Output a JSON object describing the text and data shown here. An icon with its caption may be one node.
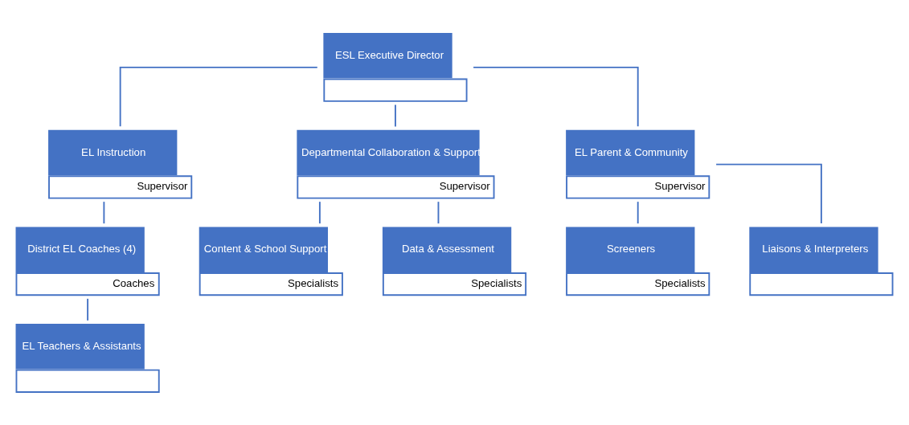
{
  "diagram": {
    "nodes": [
      {
        "text": [
          "ESL Executive Director"
        ]
      },
      {
        "text": [
          "EL Instruction",
          "Supervisor"
        ]
      },
      {
        "text": [
          "Departmental Collaboration & Support",
          "Supervisor"
        ]
      },
      {
        "text": [
          "EL Parent & Community",
          "Supervisor"
        ]
      },
      {
        "text": [
          "District EL Coaches (4)",
          "Coaches"
        ]
      },
      {
        "text": [
          "Content & School Support",
          "Specialists"
        ]
      },
      {
        "text": [
          "Data & Assessment",
          "Specialists"
        ]
      },
      {
        "text": [
          "Screeners",
          "Specialists"
        ]
      },
      {
        "text": [
          "Liaisons & Interpreters"
        ]
      },
      {
        "text": [
          "EL Teachers & Assistants"
        ]
      }
    ],
    "edges": [
      {
        "from": 0,
        "to": 1,
        "arrow": "none"
      },
      {
        "from": 0,
        "to": 2,
        "arrow": "none"
      },
      {
        "from": 0,
        "to": 3,
        "arrow": "none"
      },
      {
        "from": 1,
        "to": 4,
        "arrow": "none"
      },
      {
        "from": 4,
        "to": 9,
        "arrow": "none"
      },
      {
        "from": 2,
        "to": 5,
        "arrow": "none"
      },
      {
        "from": 2,
        "to": 6,
        "arrow": "none"
      },
      {
        "from": 3,
        "to": 7,
        "arrow": "none"
      },
      {
        "from": 3,
        "to": 8,
        "arrow": "none"
      }
    ]
  }
}
